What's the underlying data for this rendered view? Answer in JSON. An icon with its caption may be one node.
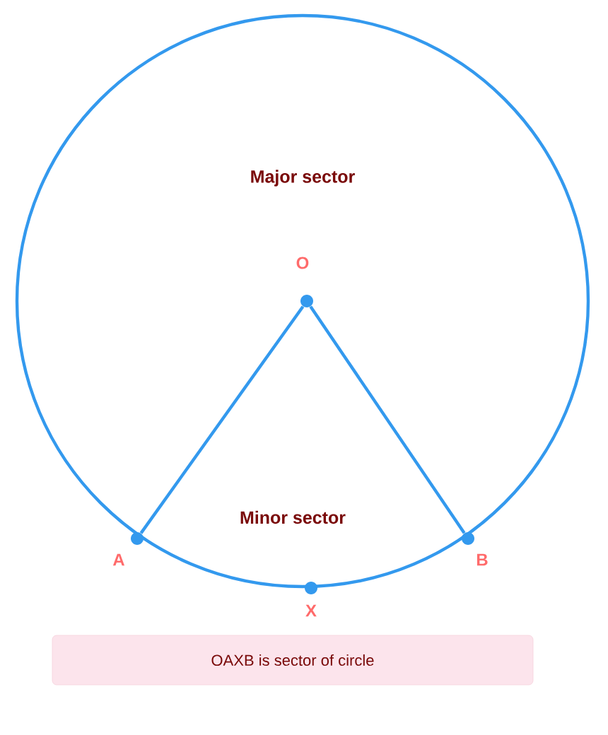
{
  "diagram": {
    "nodes": [
      {
        "text": [
          "Major sector",
          "Minor sector"
        ]
      },
      {
        "text": [],
        "shape": "circle",
        "beside": [
          "O"
        ],
        "in": 0
      },
      {
        "text": [],
        "shape": "circle",
        "beside": [
          "A"
        ]
      },
      {
        "text": [],
        "shape": "circle",
        "beside": [
          "B"
        ]
      },
      {
        "text": [],
        "shape": "circle",
        "beside": [
          "X"
        ]
      },
      {
        "text": [
          "OAXB is sector of circle"
        ]
      }
    ],
    "edges": [
      {
        "from": 1,
        "to": 2,
        "arrow": "none"
      },
      {
        "from": 1,
        "to": 3,
        "arrow": "none"
      }
    ]
  }
}
